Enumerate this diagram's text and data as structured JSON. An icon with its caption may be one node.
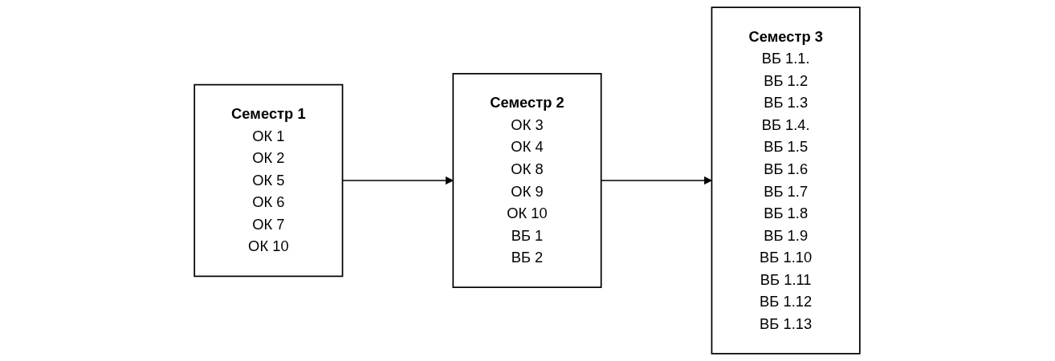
{
  "diagram": {
    "nodes": [
      {
        "text": [
          "Семестр 1",
          "ОК 1",
          "ОК 2",
          "ОК 5",
          "ОК 6",
          "ОК 7",
          "ОК 10"
        ]
      },
      {
        "text": [
          "Семестр 2",
          "ОК 3",
          "ОК 4",
          "ОК 8",
          "ОК 9",
          "ОК 10",
          "ВБ 1",
          "ВБ 2"
        ]
      },
      {
        "text": [
          "Семестр 3",
          "ВБ 1.1.",
          "ВБ 1.2",
          "ВБ 1.3",
          "ВБ 1.4.",
          "ВБ 1.5",
          "ВБ 1.6",
          "ВБ 1.7",
          "ВБ 1.8",
          "ВБ 1.9",
          "ВБ 1.10",
          "ВБ 1.11",
          "ВБ 1.12",
          "ВБ 1.13"
        ]
      }
    ],
    "edges": [
      {
        "from": 0,
        "to": 1,
        "arrow": "to"
      },
      {
        "from": 1,
        "to": 2,
        "arrow": "to"
      }
    ]
  }
}
